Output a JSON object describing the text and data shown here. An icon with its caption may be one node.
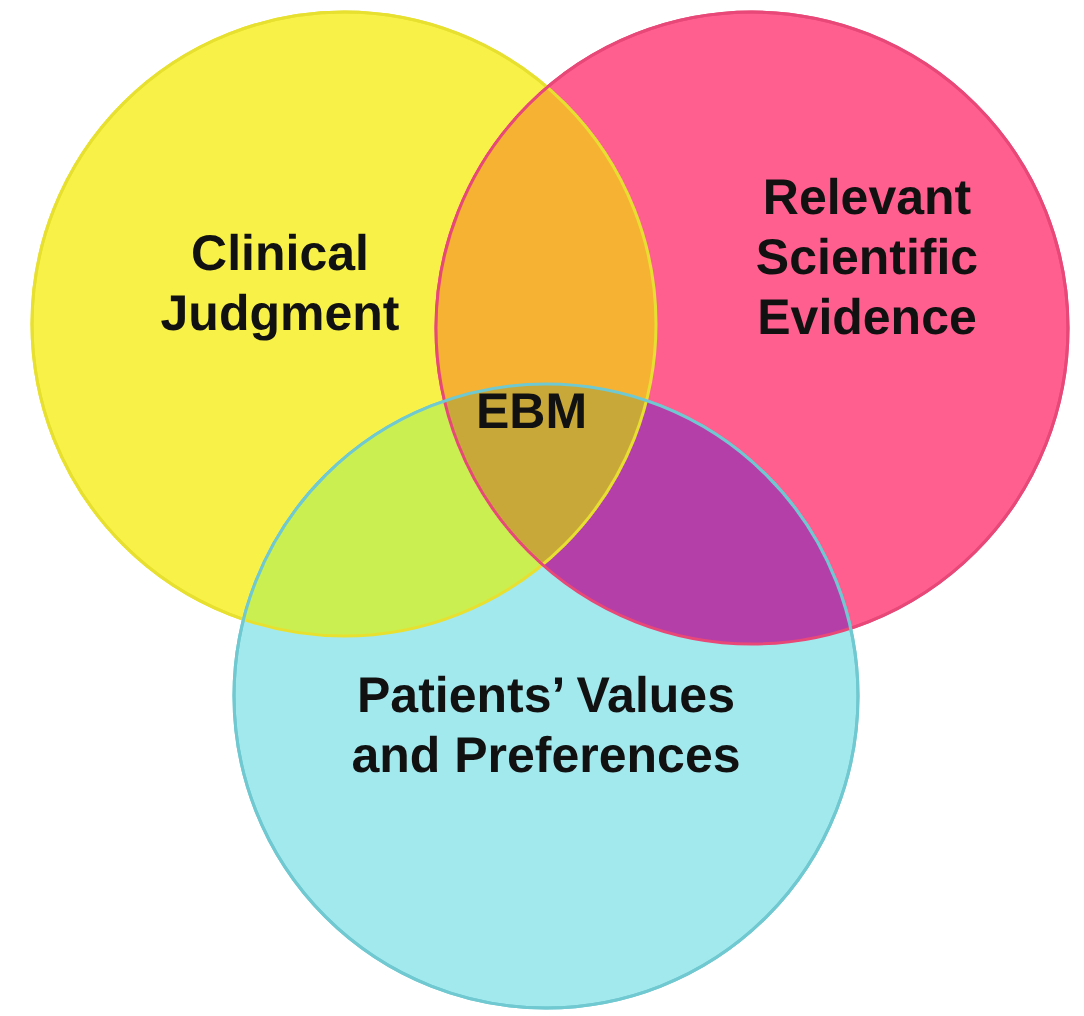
{
  "diagram": {
    "nodes": [
      {
        "text": [
          "Clinical Judgment"
        ]
      },
      {
        "text": [
          "Relevant Scientific Evidence"
        ]
      },
      {
        "text": [
          "Patients’ Values and Preferences"
        ]
      }
    ],
    "labels": [
      "EBM"
    ]
  }
}
